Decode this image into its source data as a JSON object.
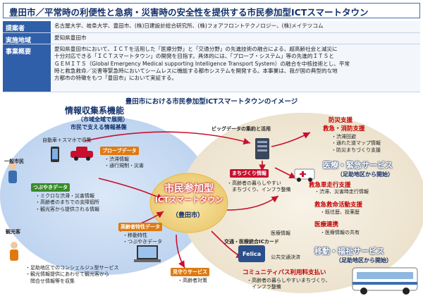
{
  "title": "豊田市／平常時の利便性と急病・災害時の安全性を提供する市民参加型ICTスマートタウン",
  "info": {
    "proposer_label": "提案者",
    "proposer": "名古屋大学、岐阜大学、豊田市、(株)日建設計総合研究所、(株)フォアフロントテクノロジー、(株)メイテツコム",
    "region_label": "実施地域",
    "region": "愛知県豊田市",
    "summary_label": "事業概要",
    "summary": [
      "愛知県豊田市において、ＩＣＴを活用した「医療分野」と「交通分野」の先進技術の融合による、超高齢社会と減災に",
      "十分対応できる「ＩＣＴスマートタウン」の開発を目指す。具体的には、「プローブ・システム」等の先進的ＩＴＳと",
      "ＧＥＭＩＴＳ（Global Emergency Medical supporting Intelligence Transport System）の融合を中核技術とし、平常",
      "時と救急救命／災害等緊急時においてシームレスに機能する都市システムを開発する。本事業は、我が国の典型的な地",
      "方都市の特徴をもつ「豊田市」において実証する。"
    ]
  },
  "sub_title": "豊田市における市民参加型ICTスマートタウンのイメージ",
  "left": {
    "head": "情報収集系機能",
    "head_paren": "（市域全域で展開）",
    "head_sub": "市民で支える情報基盤",
    "car_label": "自動車＋スマホで収集",
    "citizen": "一般市民",
    "probe": "プローブデータ",
    "probe_items": [
      "・渋滞情報",
      "・通行規制・災害"
    ],
    "tweet": "つぶやきデータ",
    "tweet_items": [
      "・ミクロな渋滞・災害情報",
      "・高齢者のまちでの支障個所",
      "・観光客から提供される情報"
    ],
    "elderly": "高齢者特性データ",
    "elderly_items": [
      "・移動特性",
      "・つぶやきデータ"
    ],
    "tourist": "観光客",
    "tourist_items": [
      "・足助地区でのコンシェルジュ型サービス",
      "・観光情報提供にあわせて観光客から",
      "　問合せ情報等を収集"
    ]
  },
  "center": {
    "line1": "市民参加型",
    "line2": "ICTスマートタウン",
    "sub": "（豊田市）",
    "bigdata": "ビッグデータの集約と活用"
  },
  "middle": {
    "machi": "まちづくり情報",
    "machi_items": [
      "・高齢者の暮らしやすい",
      "　まちづくり、インフラ整備"
    ],
    "mimamori": "見守りサービス",
    "mimamori_items": [
      "・高齢者対策"
    ],
    "medical_label": "医療情報",
    "card": "交通・医療統合ICカード",
    "card_word": "Felica",
    "payment": "公共交通決済"
  },
  "right": {
    "top_items": [
      "防災支援",
      "救急・消防支援"
    ],
    "top_list": [
      "・渋滞回避",
      "・通れた道マップ情報",
      "・防災まちづくり支援"
    ],
    "emergency": "医療・緊急サービス",
    "emergency_sub": "（足助地区から開始）",
    "ems": "救急車走行支援",
    "ems_list": [
      "・渋滞、災害時走行情報"
    ],
    "rescue": "救急救命活動支援",
    "rescue_list": [
      "・既往歴、投薬歴"
    ],
    "medlink": "医療連携",
    "medlink_list": [
      "・医療情報の共有"
    ],
    "mobility": "移動・福祉サービス",
    "mobility_sub": "（足助地区から開始）",
    "bus": "コミュニティバス利用料支払い",
    "bus_list": [
      "・高齢者の暮らしやすいまちづくり、",
      "　インフラ整備"
    ]
  },
  "colors": {
    "navy": "#12306a",
    "accent_red": "#c8102e",
    "green": "#3a8b2a",
    "orange": "#e07a10"
  },
  "icons": [
    "server-icon",
    "ambulance-icon",
    "bus-icon",
    "car-icon",
    "smartphone-icon",
    "laptop-icon",
    "person-icon",
    "ic-card-icon"
  ]
}
